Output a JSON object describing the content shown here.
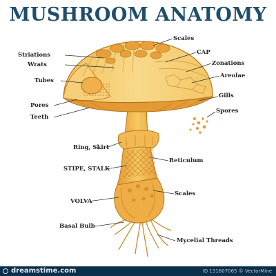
{
  "title": "MUSHROOM ANATOMY",
  "labels": {
    "scales_top": "Scales",
    "cap": "CAP",
    "zonations": "Zonations",
    "areolae": "Areolae",
    "gills": "Gills",
    "spores": "Spores",
    "striations": "Striations",
    "warts": "Wrats",
    "tubes": "Tubes",
    "pores": "Pores",
    "teeth": "Teeth",
    "ring_skirt": "Ring, Skirt",
    "reticulum": "Reticulum",
    "stipe_stalk": "STIPE, STALK",
    "scales_bottom": "Scales",
    "volva": "VOLVA",
    "basal_bulb": "Basal Bulb",
    "mycelial_threads": "Mycelial Threads"
  },
  "footer": {
    "site": "dreamstime.com",
    "id_text": "ID 131607065 © VectorMine"
  },
  "colors": {
    "title": "#1f4e6b",
    "cap_light": "#f8d98a",
    "cap_dark": "#e9a63c",
    "stem": "#f0b94e",
    "outline": "#b8741c",
    "footer_bg": "#0b2f4a"
  }
}
